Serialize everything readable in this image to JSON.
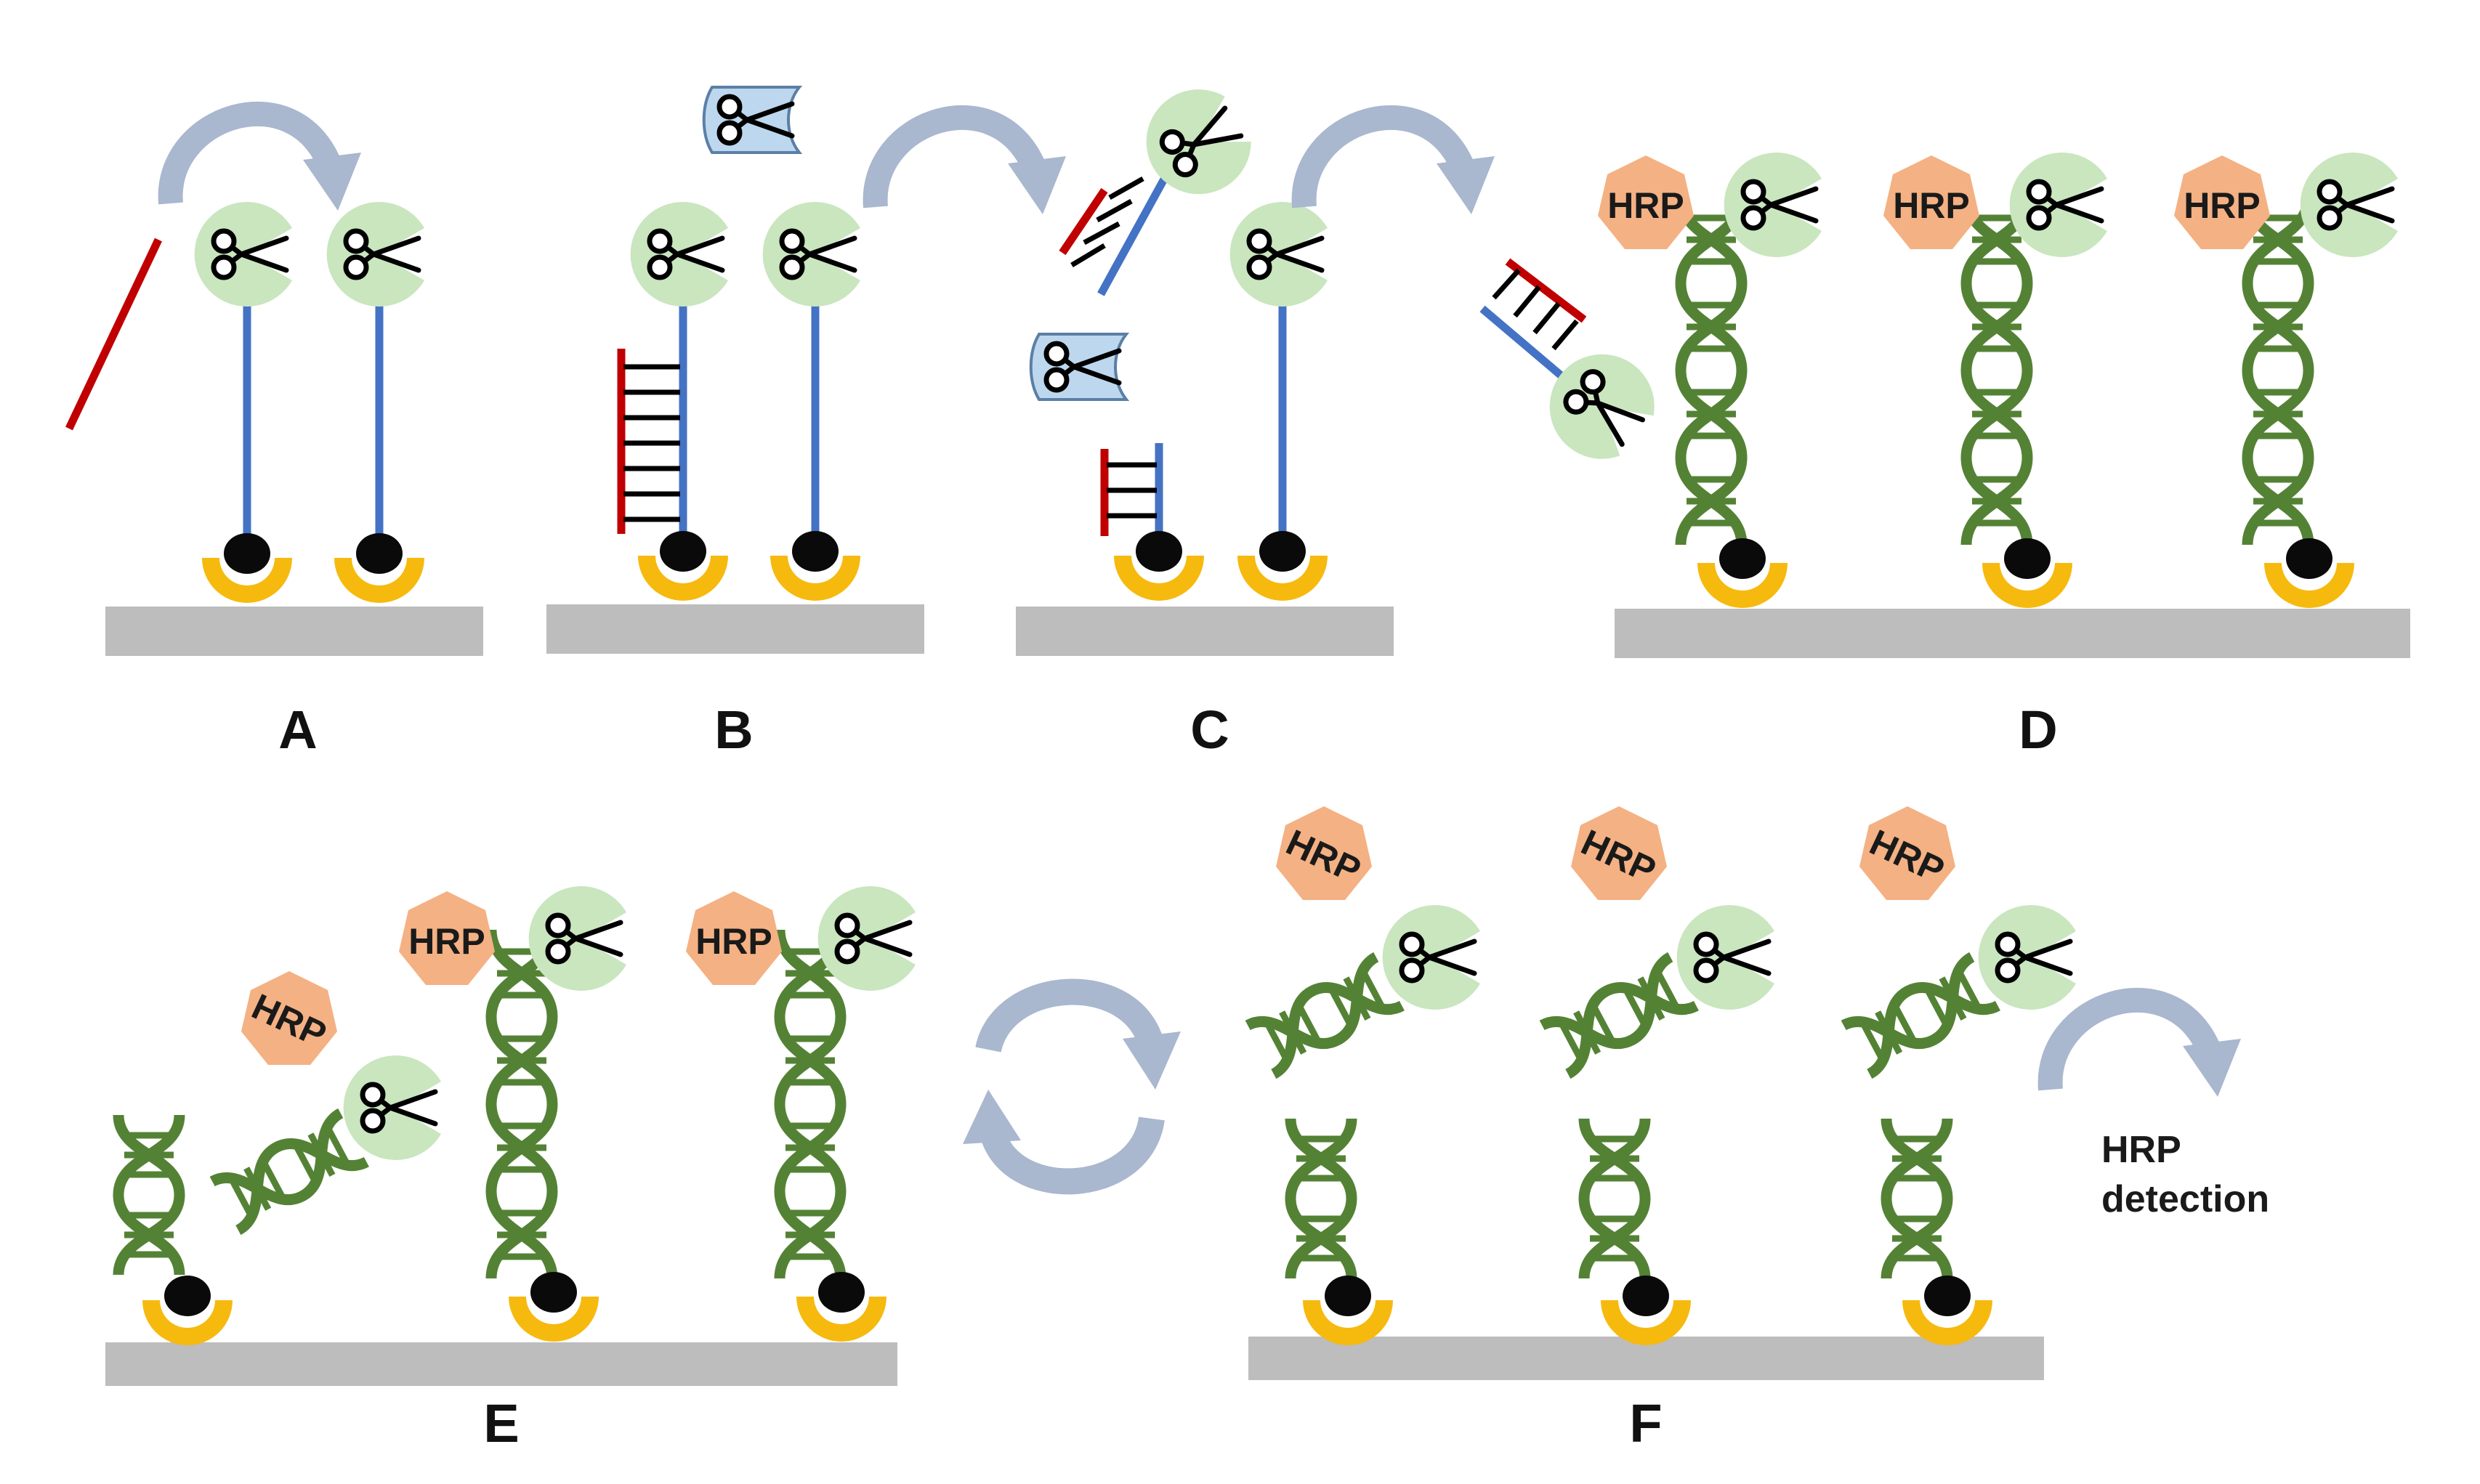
{
  "panels": [
    {
      "id": "A",
      "label": "A"
    },
    {
      "id": "B",
      "label": "B"
    },
    {
      "id": "C",
      "label": "C"
    },
    {
      "id": "D",
      "label": "D"
    },
    {
      "id": "E",
      "label": "E"
    },
    {
      "id": "F",
      "label": "F"
    }
  ],
  "enzyme_label": "HRP",
  "detection_note": {
    "line1": "HRP",
    "line2": "detection"
  },
  "colors": {
    "surface": "#BDBDBD",
    "anchor": "#F6B90E",
    "bead": "#0A0A0A",
    "probe_strand": "#4472C4",
    "target_strand": "#C00000",
    "helix": "#548235",
    "cas_protein": "#C9E6BF",
    "hrp": "#F4B183",
    "cartridge": "#BDD7EE",
    "arrow": "#A9B7CF"
  },
  "icons": [
    "scissors-icon",
    "cycle-icon",
    "arrow-icon"
  ]
}
